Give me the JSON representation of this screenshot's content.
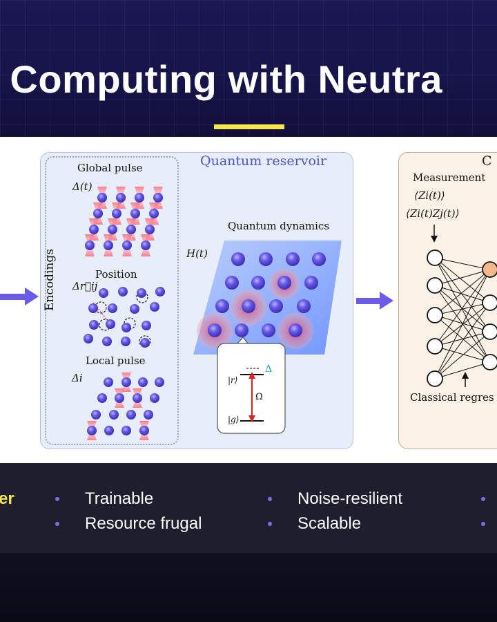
{
  "header": {
    "title": "ir Computing with Neutra",
    "accent_color": "#f6e84c"
  },
  "diagram": {
    "encodings_label": "Encodings",
    "global_pulse": "Global pulse",
    "global_symbol": "Δ(t)",
    "position": "Position",
    "position_symbol": "Δr⃗ij",
    "local_pulse": "Local pulse",
    "local_symbol": "Δi",
    "quantum_reservoir": "Quantum reservoir",
    "quantum_dynamics": "Quantum dynamics",
    "hamiltonian": "H(t)",
    "level_r": "|r⟩",
    "level_g": "|g⟩",
    "omega": "Ω",
    "detuning": "Δ",
    "classical_partial": "C",
    "measurement": "Measurement",
    "obs1": "⟨Zi(t)⟩",
    "obs2": "⟨Zi(t)Zj(t)⟩",
    "classical_regression": "Classical regres"
  },
  "features": {
    "partial_left": "er",
    "col1": [
      "Trainable",
      "Resource frugal"
    ],
    "col2": [
      "Noise-resilient",
      "Scalable"
    ]
  },
  "colors": {
    "atom": "#5a4fd6",
    "arrow": "#6a5ce8",
    "pulse": "#f08080",
    "output_node": "#f7b98a"
  }
}
